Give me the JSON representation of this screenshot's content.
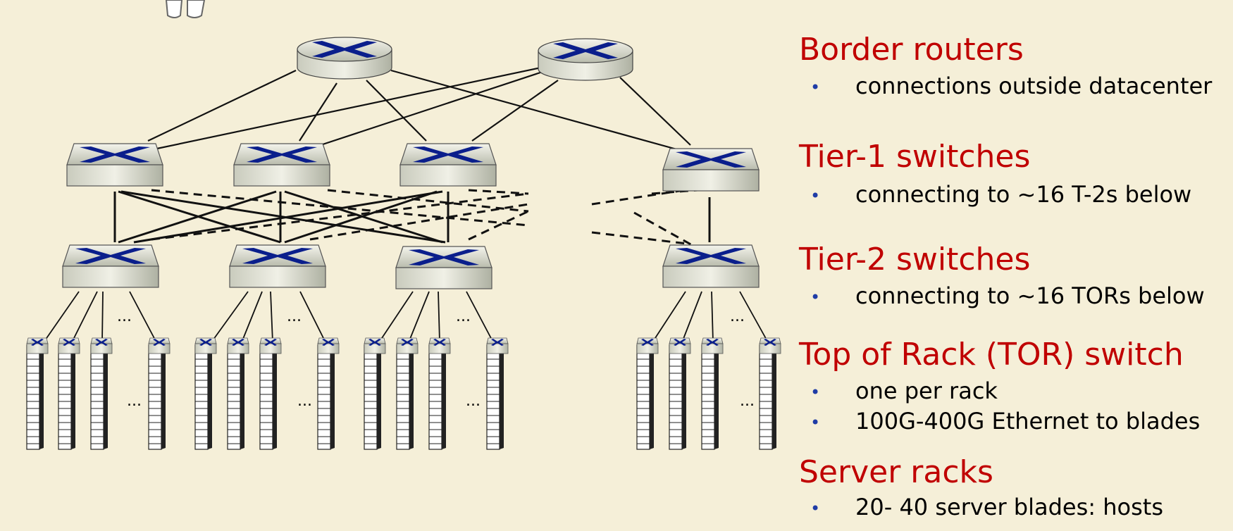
{
  "ellipsis": "...",
  "sections": [
    {
      "title": "Border routers",
      "bullets": [
        "connections outside datacenter"
      ]
    },
    {
      "title": "Tier-1 switches",
      "bullets": [
        "connecting to  ~16 T-2s below"
      ]
    },
    {
      "title": "Tier-2 switches",
      "bullets": [
        "connecting to  ~16 TORs below"
      ]
    },
    {
      "title": "Top of Rack (TOR) switch",
      "bullets": [
        "one per rack",
        "100G-400G Ethernet to blades"
      ]
    },
    {
      "title": "Server racks",
      "bullets": [
        "20- 40 server blades: hosts"
      ]
    }
  ],
  "colors": {
    "title": "#c00000",
    "bullet": "#1f3ca6",
    "icon_x": "#0a1e8c",
    "background": "#f5efd8"
  },
  "icons": {
    "router": "router-icon",
    "switch": "switch-icon",
    "rack": "server-rack-icon"
  }
}
